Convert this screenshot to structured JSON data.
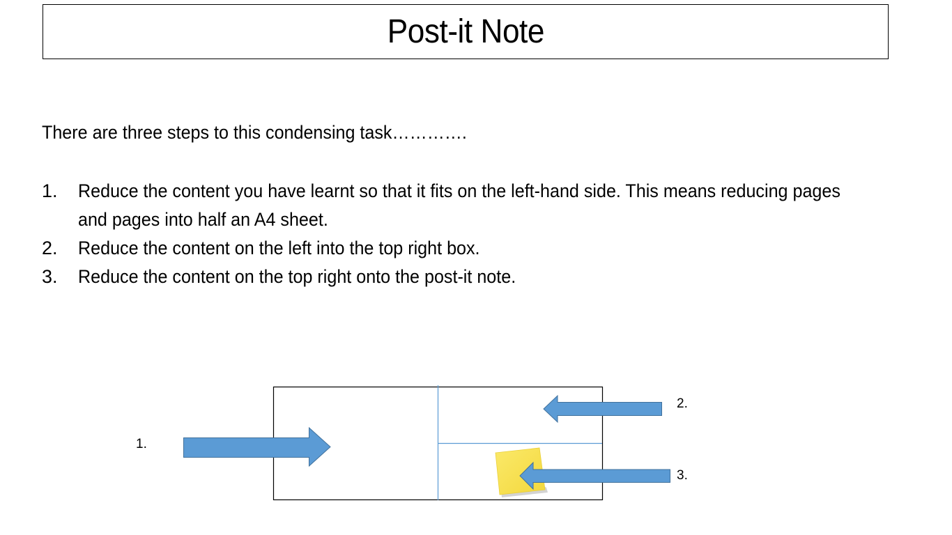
{
  "slide": {
    "title": "Post-it Note",
    "intro": "There are three steps to this condensing task………….",
    "steps": [
      {
        "number": "1.",
        "text": "Reduce the content you have learnt so that it fits on the left-hand side. This means reducing pages and pages into half an A4 sheet."
      },
      {
        "number": "2.",
        "text": "Reduce the content on the left into the top right box."
      },
      {
        "number": "3.",
        "text": "Reduce the content on the top right onto the post-it note."
      }
    ]
  },
  "diagram": {
    "labels": [
      "1.",
      "2.",
      "3."
    ],
    "colors": {
      "arrow_fill": "#5b9bd5",
      "arrow_stroke": "#41719c",
      "divider": "#5b9bd5",
      "box_border": "#000000",
      "postit_fill": "#f7e250",
      "postit_shadow": "#b8b8b8"
    },
    "icons": {
      "arrow_1": "arrow-right-icon",
      "arrow_2": "arrow-left-icon",
      "arrow_3": "arrow-left-icon",
      "postit": "sticky-note-icon"
    }
  }
}
